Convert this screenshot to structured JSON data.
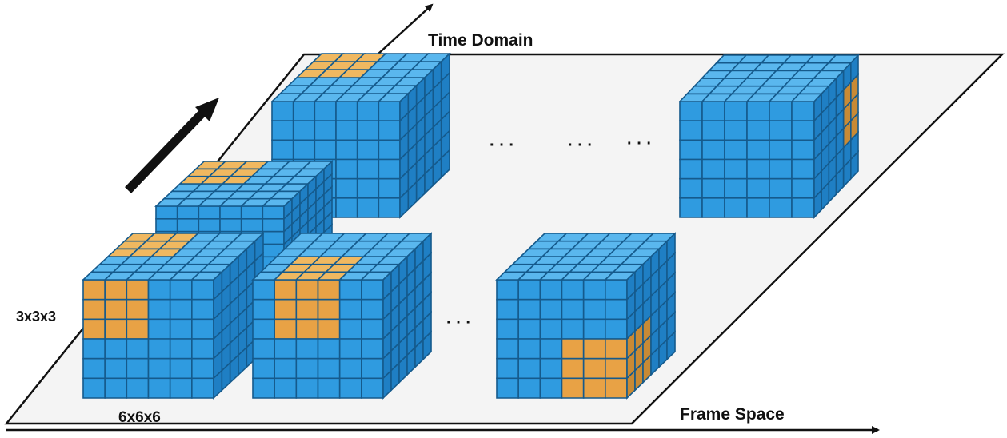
{
  "labels": {
    "time_domain": "Time Domain",
    "frame_space": "Frame Space",
    "kernel": "3x3x3",
    "volume": "6x6x6"
  },
  "ellipsis": {
    "glyph": "· · ·"
  },
  "colors": {
    "background": "#ffffff",
    "plane_fill": "#f4f4f4",
    "plane_stroke": "#111111",
    "cube_front": "#2f9be0",
    "cube_top": "#5ab7ee",
    "cube_side": "#1f7fc4",
    "cube_grid": "#155a8c",
    "highlight_front": "#e8a245",
    "highlight_top": "#f0b860",
    "highlight_side": "#c88a35",
    "arrow": "#111111"
  },
  "diagram": {
    "grid_size": 6,
    "kernel_size": 3,
    "cubes": [
      {
        "id": "front-left",
        "highlight": "front-top-left"
      },
      {
        "id": "front-mid",
        "highlight": "front-top-mid"
      },
      {
        "id": "front-right",
        "highlight": "front-bottom-right"
      },
      {
        "id": "middle",
        "highlight": "top-left"
      },
      {
        "id": "back-left",
        "highlight": "top-left"
      },
      {
        "id": "back-right",
        "highlight": "side-mid"
      }
    ]
  }
}
